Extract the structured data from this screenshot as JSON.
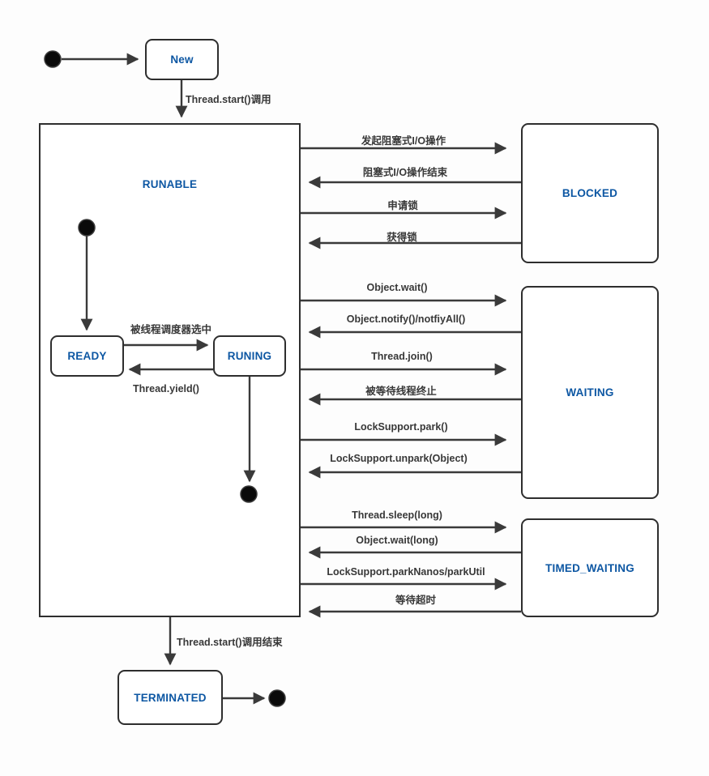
{
  "colors": {
    "accent_blue": "#0d57a3",
    "line": "#3a3a3a",
    "label_text": "#383838",
    "box_border": "#2e2e2e",
    "background": "#fdfdfd"
  },
  "states": {
    "new": {
      "label": "New"
    },
    "runable": {
      "label": "RUNABLE"
    },
    "ready": {
      "label": "READY"
    },
    "runing": {
      "label": "RUNING"
    },
    "blocked": {
      "label": "BLOCKED"
    },
    "waiting": {
      "label": "WAITING"
    },
    "timed_waiting": {
      "label": "TIMED_WAITING"
    },
    "terminated": {
      "label": "TERMINATED"
    }
  },
  "transitions": {
    "thread_start": {
      "label": "Thread.start()调用"
    },
    "io_block": {
      "label": "发起阻塞式I/O操作"
    },
    "io_done": {
      "label": "阻塞式I/O操作结束"
    },
    "lock_request": {
      "label": "申请锁"
    },
    "lock_acquired": {
      "label": "获得锁"
    },
    "object_wait": {
      "label": "Object.wait()"
    },
    "object_notify": {
      "label": "Object.notify()/notfiyAll()"
    },
    "thread_join": {
      "label": "Thread.join()"
    },
    "awaited_thread_end": {
      "label": "被等待线程终止"
    },
    "locksupport_park": {
      "label": "LockSupport.park()"
    },
    "locksupport_unpark": {
      "label": "LockSupport.unpark(Object)"
    },
    "thread_sleep": {
      "label": "Thread.sleep(long)"
    },
    "object_wait_long": {
      "label": "Object.wait(long)"
    },
    "locksupport_parknanos": {
      "label": "LockSupport.parkNanos/parkUtil"
    },
    "wait_timeout": {
      "label": "等待超时"
    },
    "scheduler_selected": {
      "label": "被线程调度器选中"
    },
    "thread_yield": {
      "label": "Thread.yield()"
    },
    "thread_start_end": {
      "label": "Thread.start()调用结束"
    }
  }
}
